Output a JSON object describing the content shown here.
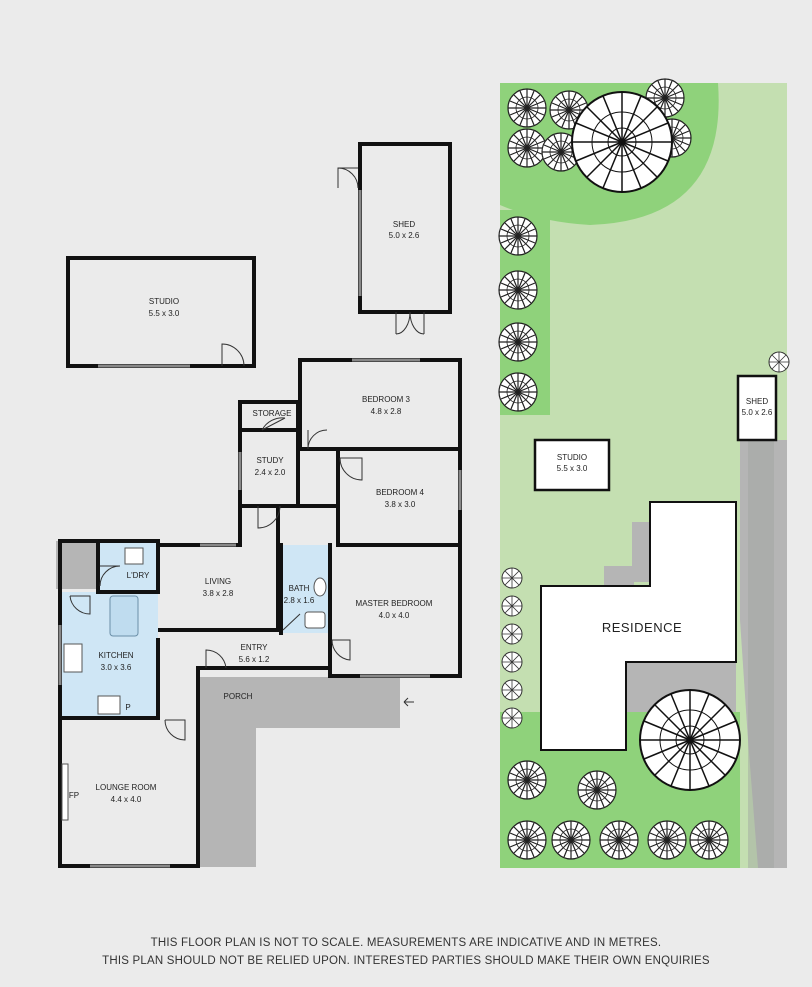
{
  "plan": {
    "rooms": {
      "shed": {
        "name": "SHED",
        "size": "5.0 x 2.6"
      },
      "studio": {
        "name": "STUDIO",
        "size": "5.5 x 3.0"
      },
      "storage": {
        "name": "STORAGE"
      },
      "bedroom3": {
        "name": "BEDROOM 3",
        "size": "4.8 x 2.8"
      },
      "study": {
        "name": "STUDY",
        "size": "2.4 x 2.0"
      },
      "bedroom4": {
        "name": "BEDROOM 4",
        "size": "3.8 x 3.0"
      },
      "ldry": {
        "name": "L'DRY"
      },
      "living": {
        "name": "LIVING",
        "size": "3.8 x 2.8"
      },
      "bath": {
        "name": "BATH",
        "size": "2.8 x 1.6"
      },
      "master": {
        "name": "MASTER BEDROOM",
        "size": "4.0 x 4.0"
      },
      "kitchen": {
        "name": "KITCHEN",
        "size": "3.0 x 3.6"
      },
      "entry": {
        "name": "ENTRY",
        "size": "5.6 x 1.2"
      },
      "porch": {
        "name": "PORCH"
      },
      "lounge": {
        "name": "LOUNGE ROOM",
        "size": "4.4 x 4.0"
      },
      "fp": {
        "name": "FP"
      },
      "pantry": {
        "name": "P"
      }
    }
  },
  "site": {
    "studio": {
      "name": "STUDIO",
      "size": "5.5 x 3.0"
    },
    "shed": {
      "name": "SHED",
      "size": "5.0 x 2.6"
    },
    "residence": {
      "name": "RESIDENCE"
    }
  },
  "disclaimer": {
    "line1": "THIS FLOOR PLAN IS NOT TO SCALE. MEASUREMENTS ARE INDICATIVE AND IN METRES.",
    "line2": "THIS PLAN SHOULD NOT BE RELIED UPON.  INTERESTED PARTIES SHOULD MAKE THEIR OWN ENQUIRIES"
  },
  "colors": {
    "wall": "#111111",
    "wet_area": "#cfe6f5",
    "paving": "#b5b5b5",
    "lawn": "#c4dfb1",
    "garden": "#8fd27b",
    "background": "#ebebeb"
  }
}
